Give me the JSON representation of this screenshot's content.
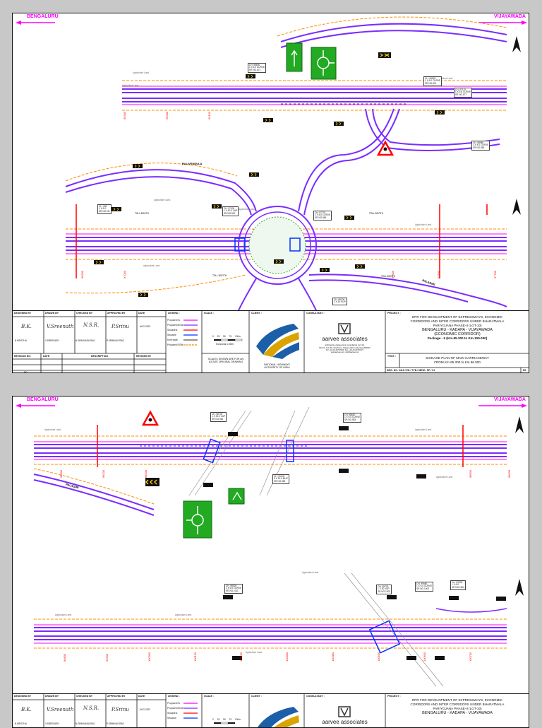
{
  "sheets": [
    {
      "direction_left": "BENGALURU",
      "direction_right": "VIJAYAWADA",
      "place_labels": [
        "PULIVENDULA",
        "PALAGIRI"
      ],
      "callouts": [
        "CH. 95600\n1 X 6.0 CURVE\nSR NO.871",
        "CH. 97115\n1 X 6.8 CURVE\nSR NO.877",
        "CH. 96500\n1 X 6.0 CURVE\nSR NO.874",
        "CH. 98960\n1 X 4.0 CURVE\nSR NO.883",
        "CH. 982\n1 X 6.0\nSR NO.111",
        "CH. 97000\n1 X 30.0 VUP\nSR NO.900",
        "CH. 97770\n1 X 6.0 CURVE\nSR NO.884",
        "CH. 99100\n1 X 30 VUP"
      ],
      "toll_labels": [
        "TOLL BOOTH",
        "TOLL BOOTH",
        "TOLL BOOTH",
        "TOLL BOOTH"
      ]
    },
    {
      "direction_left": "BENGALURU",
      "direction_right": "VIJAYAWADA",
      "place_labels": [
        "PALAGIRI"
      ],
      "callouts": [
        "CH. 98700\n1 X 30.0 VUP\nSR NO.981",
        "CH. 98820\n1 X 6.0 CURVE\nSR NO.983",
        "CH. 99100\n8 X 30.0 MUP\nSR NO.982",
        "CH. 99700\n1 X 30 VUP\nSR NO.1003",
        "CH. 99980\n1 X 6.0 CURVE\nSR NO.1002",
        "CH. 99990\n1 X 6.0\nSR NO.1004",
        "CH. 98020\n1 X 6.0 CURVE\nSR NO.1011"
      ]
    }
  ],
  "title_block": {
    "headers": [
      "DESIGNED BY",
      "DRAWN BY",
      "CHECKED BY",
      "APPROVED BY",
      "DATE"
    ],
    "names": [
      "B.KRISTHU",
      "V.SREENATH",
      "N.SRINIVASA RAO",
      "P.SRINIVAS RAO"
    ],
    "signatures": [
      "B.K.",
      "V.Sreenath",
      "N.S.R.",
      "P.Srinu"
    ],
    "date": "AUG-2022",
    "revision_headers": [
      "REVISION NO.",
      "DATE",
      "DESCRIPTION",
      "REVISED BY"
    ],
    "revision_row": [
      "R0",
      "",
      "",
      ""
    ],
    "legend_title": "LEGEND :",
    "legend_items": [
      {
        "label": "Proposed EL",
        "color": "#ff00ff"
      },
      {
        "label": "Proposed MCW",
        "color": "#7b2cff"
      },
      {
        "label": "Shoulders",
        "color": "#ff0000"
      },
      {
        "label": "Structure",
        "color": "#0033ff"
      },
      {
        "label": "Kerb walls",
        "color": "#555555"
      },
      {
        "label": "Proposed ROW",
        "color": "#ff8c00"
      }
    ],
    "scale_title": "SCALE :",
    "scale_ticks": [
      "0",
      "25",
      "50",
      "75",
      "100m"
    ],
    "scale_ratio": "Horizontal  1:2500",
    "scale_note": "SCALES SHOWN ARE FOR AN\nA3 SIZE ORIGINAL DRAWING",
    "client_title": "CLIENT :",
    "client_name": "NATIONAL HIGHWAYS\nAUTHORITY OF INDIA",
    "consultant_title": "CONSULTANT :",
    "consultant_name": "aarvee associates",
    "consultant_sub": "architects engineers & consultants pvt. ltd.",
    "consultant_address": "Plot No. 8-2-391, Road No.2, Banjara Hills, Hyderabad-500034\nTel: +91-40-23737633  Fax: +91-40-23736277\nwww.aarvee.net  mail@aarvee.net",
    "project_title": "PROJECT :",
    "project_lines": [
      "DPR FOR DEVELOPMENT OF EXPRESSWAYS, ECONOMIC",
      "CORRIDORS AND INTER CORRIDORS UNDER BHARATMALA",
      "PARIYOJANA PHASE-II (LOT-10)",
      "BENGALURU - KADAPA - VIJAYAWADA",
      "(ECONOMIC CORRIDOR)",
      "Package - 5 (Km.95.300 to Km.109.000)"
    ],
    "title_title": "TITLE :",
    "title_lines": [
      "SIGNAGE PLAN OF MAIN CARRIAGEWAY",
      "FROM Km 95.300 to Km 96.000"
    ],
    "drg_no": "DRG. NO. 9415 / ED / TYB / MEW / SP / 01",
    "rev": "R0"
  },
  "colors": {
    "main_carriageway": "#7b2cff",
    "edge_line": "#ff00ff",
    "row": "#ff8c00",
    "structure": "#0033ff",
    "chainage": "#ff0000",
    "sign_green": "#22aa22"
  },
  "icons": [
    "north-arrow-icon",
    "chevron-sign-icon",
    "warning-triangle-icon",
    "roundabout-sign-icon",
    "aarvee-logo-icon"
  ]
}
